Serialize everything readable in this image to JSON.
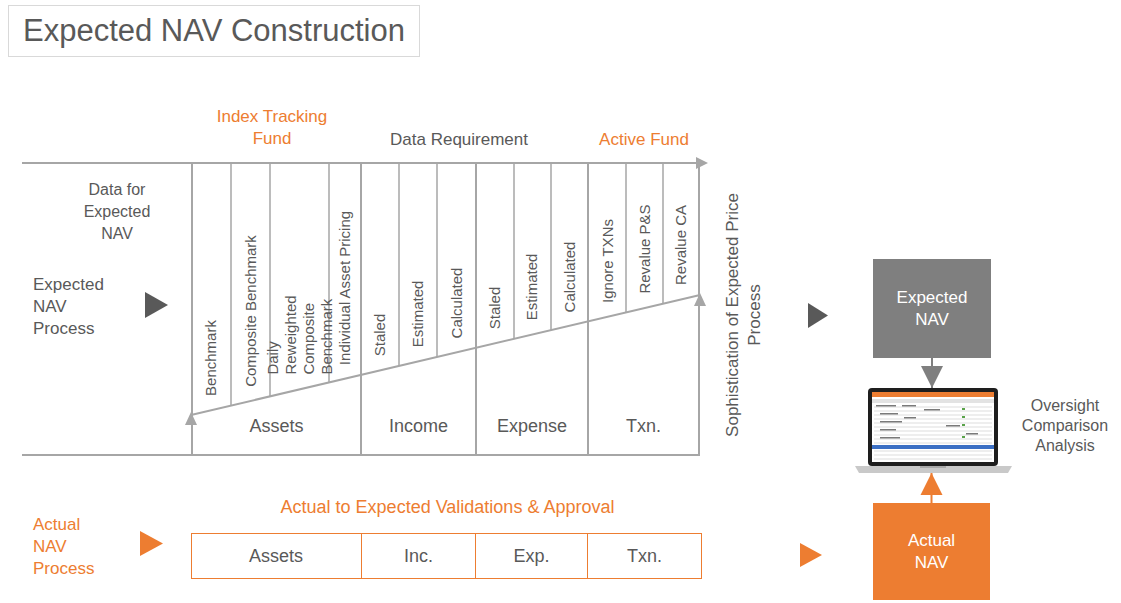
{
  "diagram": {
    "title": "Expected NAV Construction",
    "nodes": [
      {
        "text": [
          "Assets"
        ]
      },
      {
        "text": [
          "Benchmark"
        ],
        "in": 0
      },
      {
        "text": [
          "Composite Benchmark"
        ],
        "in": 0
      },
      {
        "text": [
          "Daily Reweighted Composite Benchmark"
        ],
        "in": 0
      },
      {
        "text": [
          "Individual Asset Pricing"
        ],
        "in": 0
      },
      {
        "text": [
          "Income"
        ]
      },
      {
        "text": [
          "Staled"
        ],
        "in": 5
      },
      {
        "text": [
          "Estimated"
        ],
        "in": 5
      },
      {
        "text": [
          "Calculated"
        ],
        "in": 5
      },
      {
        "text": [
          "Expense"
        ]
      },
      {
        "text": [
          "Staled"
        ],
        "in": 9
      },
      {
        "text": [
          "Estimated"
        ],
        "in": 9
      },
      {
        "text": [
          "Calculated"
        ],
        "in": 9
      },
      {
        "text": [
          "Txn."
        ]
      },
      {
        "text": [
          "Ignore TXNs"
        ],
        "in": 13
      },
      {
        "text": [
          "Revalue P&S"
        ],
        "in": 13
      },
      {
        "text": [
          "Revalue CA"
        ],
        "in": 13
      },
      {
        "text": [
          "Expected NAV"
        ]
      },
      {
        "text": [
          "Oversight Comparison Analysis"
        ]
      },
      {
        "text": [
          "Actual to Expected Validations & Approval"
        ]
      },
      {
        "text": [
          "Assets"
        ],
        "in": 19
      },
      {
        "text": [
          "Inc."
        ],
        "in": 19
      },
      {
        "text": [
          "Exp."
        ],
        "in": 19
      },
      {
        "text": [
          "Txn."
        ],
        "in": 19
      },
      {
        "text": [
          "Actual NAV"
        ]
      }
    ],
    "edges": [
      {
        "from": 17,
        "to": 18,
        "arrow": "to"
      },
      {
        "from": 24,
        "to": 18,
        "arrow": "to"
      }
    ],
    "labels": [
      "Index Tracking Fund",
      "Data Requirement",
      "Active Fund",
      "Data for Expected NAV",
      "Expected NAV Process",
      "Sophistication of Expected Price Process",
      "Actual NAV Process"
    ]
  }
}
